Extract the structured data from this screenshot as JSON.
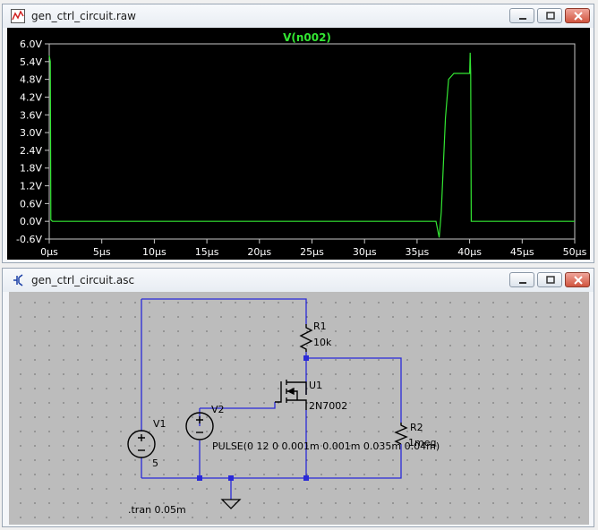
{
  "waveform_window": {
    "title": "gen_ctrl_circuit.raw",
    "trace_label": "V(n002)",
    "trace_color": "#33e633",
    "y_ticks": [
      "6.0V",
      "5.4V",
      "4.8V",
      "4.2V",
      "3.6V",
      "3.0V",
      "2.4V",
      "1.8V",
      "1.2V",
      "0.6V",
      "0.0V",
      "-0.6V"
    ],
    "x_ticks": [
      "0µs",
      "5µs",
      "10µs",
      "15µs",
      "20µs",
      "25µs",
      "30µs",
      "35µs",
      "40µs",
      "45µs",
      "50µs"
    ]
  },
  "chart_data": {
    "type": "line",
    "title": "V(n002)",
    "xlabel": "",
    "ylabel": "",
    "x_unit": "µs",
    "y_unit": "V",
    "xlim": [
      0,
      50
    ],
    "ylim": [
      -0.6,
      6.0
    ],
    "grid": false,
    "series": [
      {
        "name": "V(n002)",
        "x": [
          0,
          0.1,
          0.15,
          0.3,
          36.8,
          37.1,
          37.3,
          37.7,
          38.0,
          38.5,
          39.5,
          40.0,
          40.05,
          40.1,
          40.15,
          50
        ],
        "y": [
          5.6,
          5.4,
          0.05,
          0.0,
          0.0,
          -0.55,
          0.3,
          3.5,
          4.8,
          5.0,
          5.0,
          5.0,
          5.7,
          5.0,
          0.0,
          0.0
        ]
      }
    ]
  },
  "schematic_window": {
    "title": "gen_ctrl_circuit.asc",
    "labels": {
      "r1_name": "R1",
      "r1_value": "10k",
      "u1_name": "U1",
      "u1_model": "2N7002",
      "v1_name": "V1",
      "v1_value": "5",
      "v2_name": "V2",
      "v2_value": "PULSE(0 12 0 0.001m 0.001m 0.035m 0.04m)",
      "r2_name": "R2",
      "r2_value": "1meg",
      "directive": ".tran 0.05m"
    }
  }
}
